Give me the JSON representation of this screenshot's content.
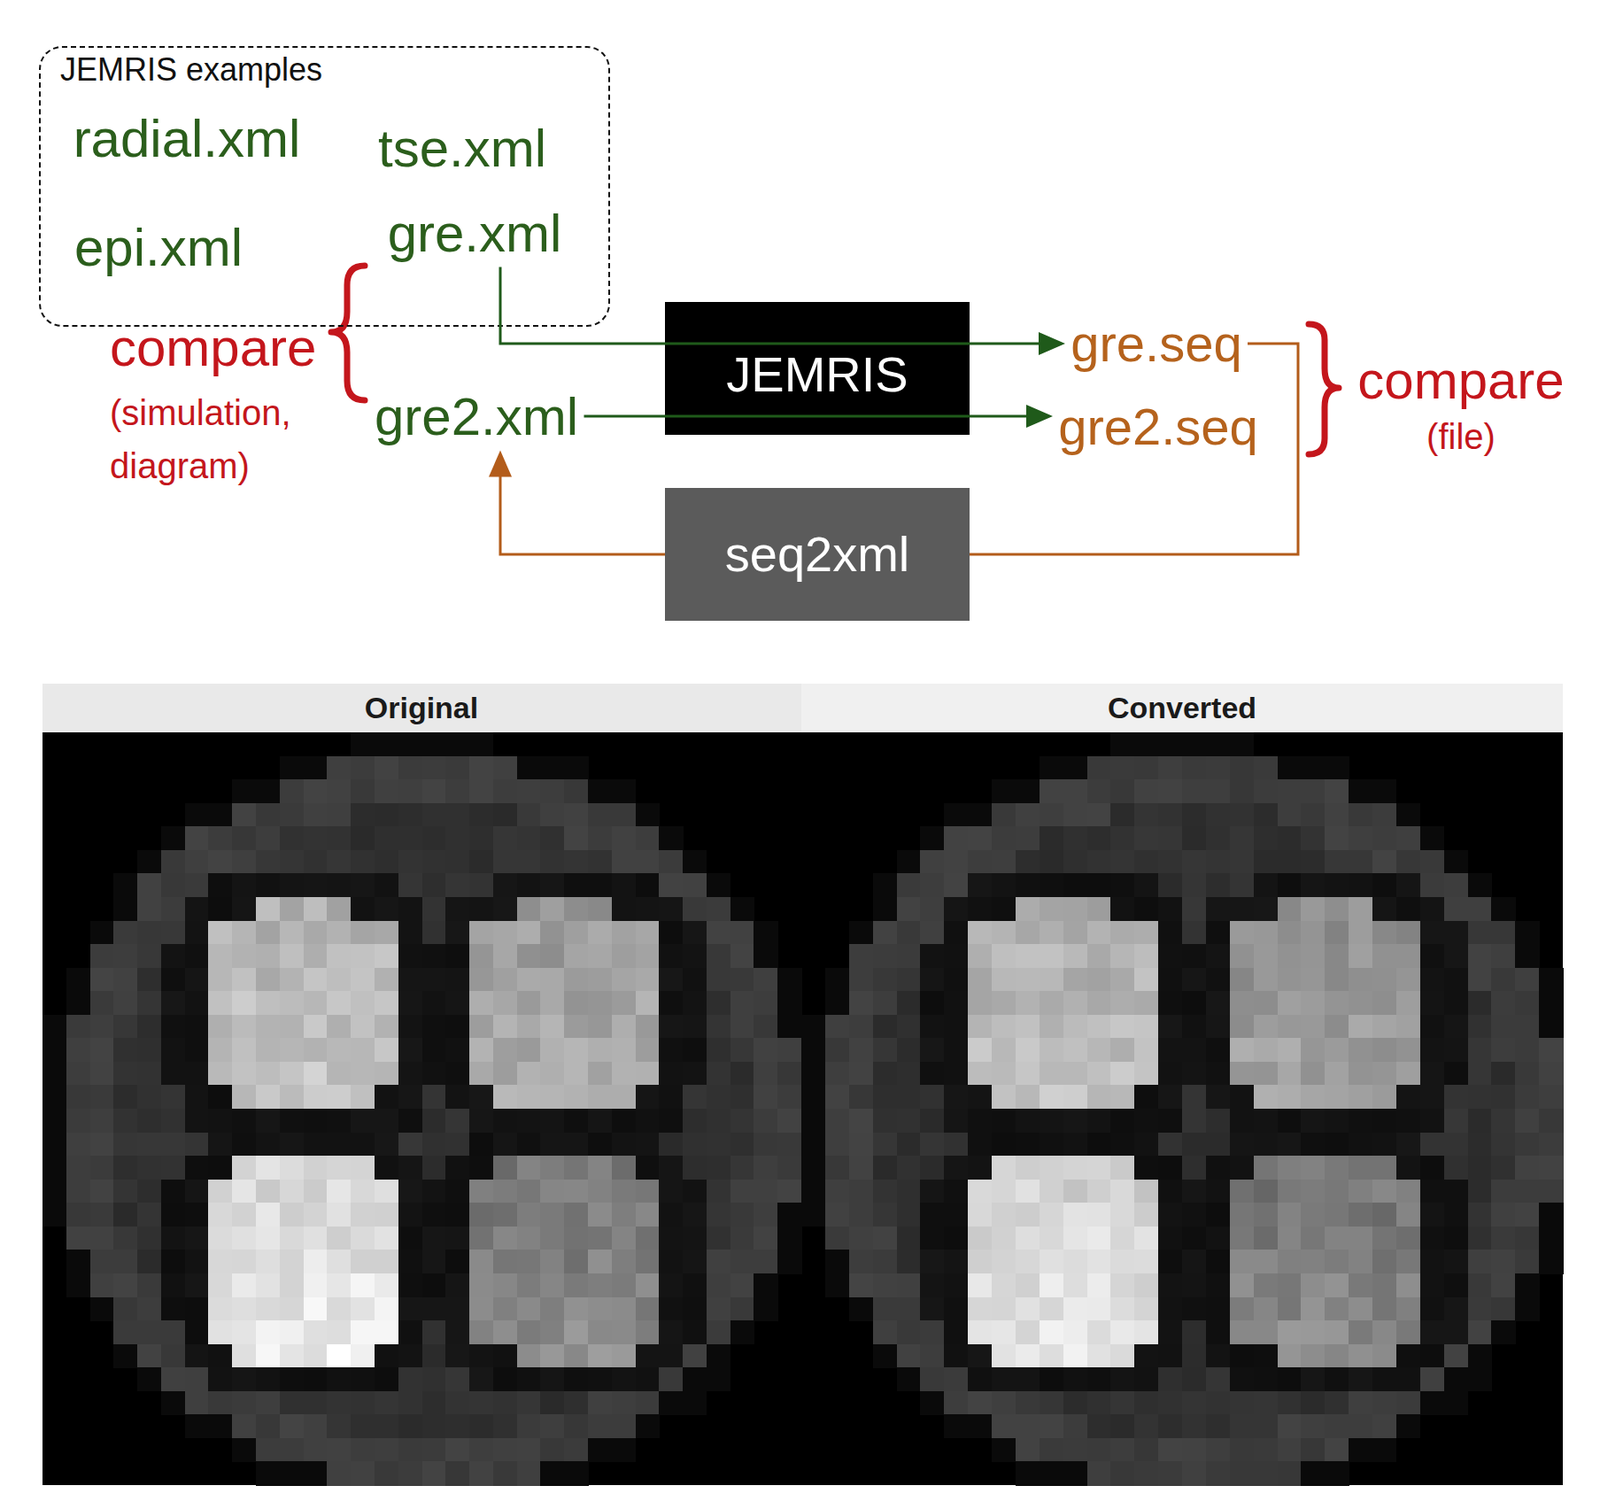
{
  "diagram": {
    "nodes": [
      {
        "text": [
          "JEMRIS examples"
        ]
      },
      {
        "text": [
          "radial.xml"
        ],
        "in": 0
      },
      {
        "text": [
          "tse.xml"
        ],
        "in": 0
      },
      {
        "text": [
          "epi.xml"
        ],
        "in": 0
      },
      {
        "text": [
          "gre.xml"
        ],
        "in": 0
      },
      {
        "text": [
          "JEMRIS"
        ]
      },
      {
        "text": [
          "gre.seq"
        ]
      },
      {
        "text": [
          "gre2.xml"
        ]
      },
      {
        "text": [
          "gre2.seq"
        ]
      },
      {
        "text": [
          "seq2xml"
        ]
      }
    ],
    "edges": [
      {
        "from": 4,
        "to": 6,
        "arrow": "to"
      },
      {
        "from": 7,
        "to": 8,
        "arrow": "to"
      },
      {
        "from": 6,
        "to": 9,
        "arrow": "none"
      },
      {
        "from": 9,
        "to": 7,
        "arrow": "to"
      }
    ],
    "labels": [
      "compare",
      "(simulation, diagram)",
      "compare",
      "(file)",
      "Original",
      "Converted"
    ]
  }
}
